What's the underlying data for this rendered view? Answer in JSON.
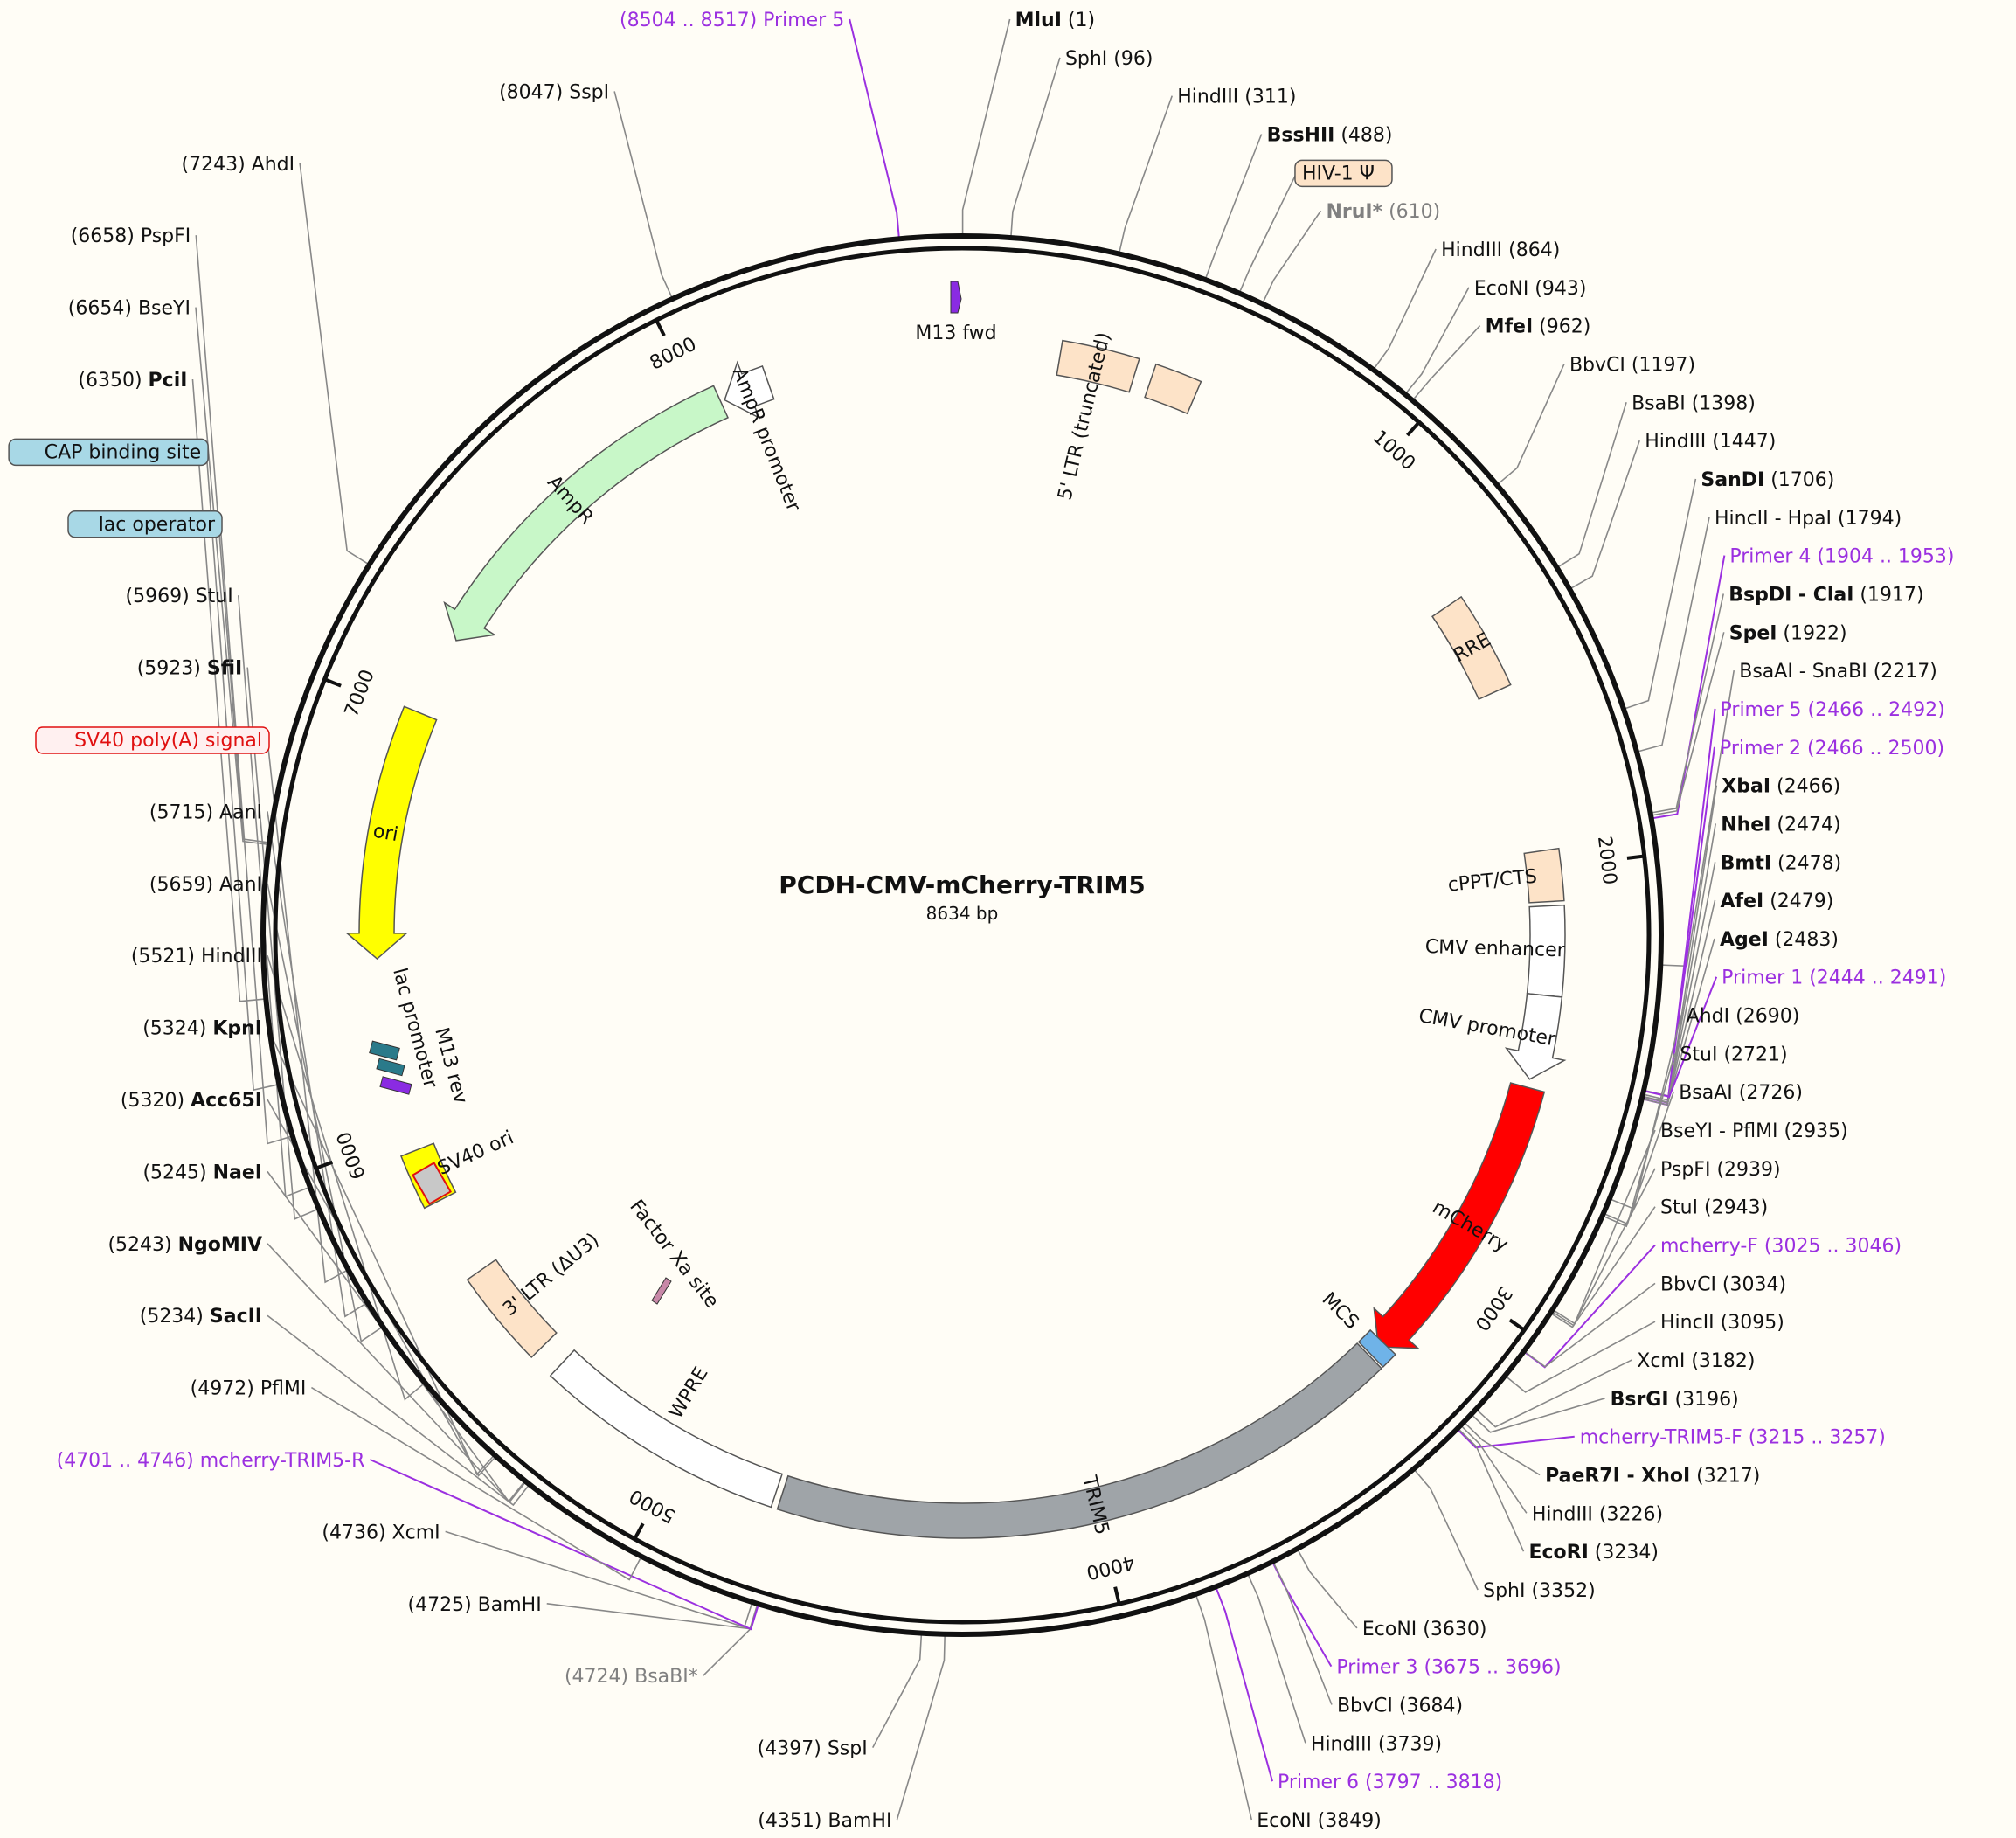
{
  "plasmid": {
    "name": "PCDH-CMV-mCherry-TRIM5",
    "size_label": "8634 bp",
    "length": 8634
  },
  "ticks": [
    {
      "pos": 1000,
      "label": "1000"
    },
    {
      "pos": 2000,
      "label": "2000"
    },
    {
      "pos": 3000,
      "label": "3000"
    },
    {
      "pos": 4000,
      "label": "4000"
    },
    {
      "pos": 5000,
      "label": "5000"
    },
    {
      "pos": 6000,
      "label": "6000"
    },
    {
      "pos": 7000,
      "label": "7000"
    },
    {
      "pos": 8000,
      "label": "8000"
    }
  ],
  "features": [
    {
      "name": "5' LTR (truncated)",
      "start": 230,
      "end": 410,
      "color": "#fde3c8",
      "type": "box"
    },
    {
      "name": "",
      "start": 450,
      "end": 560,
      "color": "#fde3c8",
      "type": "box"
    },
    {
      "name": "RRE",
      "start": 1340,
      "end": 1570,
      "color": "#fde3c8",
      "type": "box"
    },
    {
      "name": "cPPT/CTS",
      "start": 1960,
      "end": 2080,
      "color": "#fde3c8",
      "type": "box"
    },
    {
      "name": "CMV enhancer",
      "start": 2090,
      "end": 2300,
      "color": "#ffffff",
      "type": "box"
    },
    {
      "name": "CMV promoter",
      "start": 2300,
      "end": 2500,
      "color": "#ffffff",
      "type": "arrow"
    },
    {
      "name": "mCherry",
      "start": 2520,
      "end": 3230,
      "color": "#ff0000",
      "type": "arrow"
    },
    {
      "name": "MCS",
      "start": 3215,
      "end": 3255,
      "color": "#6fb3e8",
      "type": "box"
    },
    {
      "name": "TRIM5",
      "start": 3260,
      "end": 4745,
      "color": "#9fa4a8",
      "type": "box"
    },
    {
      "name": "WPRE",
      "start": 4760,
      "end": 5350,
      "color": "#ffffff",
      "type": "box"
    },
    {
      "name": "3' LTR (ΔU3)",
      "start": 5410,
      "end": 5640,
      "color": "#fde3c8",
      "type": "box"
    },
    {
      "name": "SV40 ori",
      "start": 5830,
      "end": 5960,
      "color": "#ffff00",
      "type": "box"
    },
    {
      "name": "ori",
      "start": 6420,
      "end": 7010,
      "color": "#ffff00",
      "type": "arrow-rev"
    },
    {
      "name": "AmpR",
      "start": 7200,
      "end": 8050,
      "color": "#c8f7c8",
      "type": "arrow-rev"
    },
    {
      "name": "AmpR promoter",
      "start": 8060,
      "end": 8170,
      "color": "#ffffff",
      "type": "arrow-rev"
    }
  ],
  "inner_labels": [
    {
      "text": "M13 fwd"
    },
    {
      "text": "lac promoter"
    },
    {
      "text": "M13 rev"
    },
    {
      "text": "Factor Xa site"
    }
  ],
  "sites": [
    {
      "text": "MluI",
      "pos": "(1)",
      "bold": true,
      "side": "R",
      "angle_pos": 1
    },
    {
      "text": "SphI",
      "pos": "(96)",
      "bold": false,
      "side": "R",
      "angle_pos": 96
    },
    {
      "text": "HindIII",
      "pos": "(311)",
      "bold": false,
      "side": "R",
      "angle_pos": 311
    },
    {
      "text": "BssHII",
      "pos": "(488)",
      "bold": true,
      "side": "R",
      "angle_pos": 488
    },
    {
      "text": "HIV-1 Ψ",
      "pos": "",
      "bold": false,
      "side": "R",
      "angle_pos": 560,
      "box": "#fde3c8"
    },
    {
      "text": "NruI*",
      "pos": "(610)",
      "bold": true,
      "gray": true,
      "side": "R",
      "angle_pos": 610
    },
    {
      "text": "HindIII",
      "pos": "(864)",
      "bold": false,
      "side": "R",
      "angle_pos": 864
    },
    {
      "text": "EcoNI",
      "pos": "(943)",
      "bold": false,
      "side": "R",
      "angle_pos": 943
    },
    {
      "text": "MfeI",
      "pos": "(962)",
      "bold": true,
      "side": "R",
      "angle_pos": 962
    },
    {
      "text": "BbvCI",
      "pos": "(1197)",
      "bold": false,
      "side": "R",
      "angle_pos": 1197
    },
    {
      "text": "BsaBI",
      "pos": "(1398)",
      "bold": false,
      "side": "R",
      "angle_pos": 1398
    },
    {
      "text": "HindIII",
      "pos": "(1447)",
      "bold": false,
      "side": "R",
      "angle_pos": 1447
    },
    {
      "text": "SanDI",
      "pos": "(1706)",
      "bold": true,
      "side": "R",
      "angle_pos": 1706
    },
    {
      "text": "HincII - HpaI",
      "pos": "(1794)",
      "bold": false,
      "side": "R",
      "angle_pos": 1794
    },
    {
      "text": "Primer 4",
      "pos": "(1904 .. 1953)",
      "purple": true,
      "side": "R",
      "angle_pos": 1928
    },
    {
      "text": "BspDI - ClaI",
      "pos": "(1917)",
      "bold": true,
      "side": "R",
      "angle_pos": 1917
    },
    {
      "text": "SpeI",
      "pos": "(1922)",
      "bold": true,
      "side": "R",
      "angle_pos": 1922
    },
    {
      "text": "BsaAI - SnaBI",
      "pos": "(2217)",
      "bold": false,
      "side": "R",
      "angle_pos": 2217
    },
    {
      "text": "Primer 5",
      "pos": "(2466 .. 2492)",
      "purple": true,
      "side": "R",
      "angle_pos": 2479
    },
    {
      "text": "Primer 2",
      "pos": "(2466 .. 2500)",
      "purple": true,
      "side": "R",
      "angle_pos": 2483
    },
    {
      "text": "XbaI",
      "pos": "(2466)",
      "bold": true,
      "side": "R",
      "angle_pos": 2466
    },
    {
      "text": "NheI",
      "pos": "(2474)",
      "bold": true,
      "side": "R",
      "angle_pos": 2474
    },
    {
      "text": "BmtI",
      "pos": "(2478)",
      "bold": true,
      "side": "R",
      "angle_pos": 2478
    },
    {
      "text": "AfeI",
      "pos": "(2479)",
      "bold": true,
      "side": "R",
      "angle_pos": 2479
    },
    {
      "text": "AgeI",
      "pos": "(2483)",
      "bold": true,
      "side": "R",
      "angle_pos": 2483
    },
    {
      "text": "Primer 1",
      "pos": "(2444 .. 2491)",
      "purple": true,
      "side": "R",
      "angle_pos": 2467
    },
    {
      "text": "AhdI",
      "pos": "(2690)",
      "bold": false,
      "side": "R",
      "angle_pos": 2690
    },
    {
      "text": "StuI",
      "pos": "(2721)",
      "bold": false,
      "side": "R",
      "angle_pos": 2721
    },
    {
      "text": "BsaAI",
      "pos": "(2726)",
      "bold": false,
      "side": "R",
      "angle_pos": 2726
    },
    {
      "text": "BseYI - PflMI",
      "pos": "(2935)",
      "bold": false,
      "side": "R",
      "angle_pos": 2935
    },
    {
      "text": "PspFI",
      "pos": "(2939)",
      "bold": false,
      "side": "R",
      "angle_pos": 2939
    },
    {
      "text": "StuI",
      "pos": "(2943)",
      "bold": false,
      "side": "R",
      "angle_pos": 2943
    },
    {
      "text": "mcherry-F",
      "pos": "(3025 .. 3046)",
      "purple": true,
      "side": "R",
      "angle_pos": 3035
    },
    {
      "text": "BbvCI",
      "pos": "(3034)",
      "bold": false,
      "side": "R",
      "angle_pos": 3034
    },
    {
      "text": "HincII",
      "pos": "(3095)",
      "bold": false,
      "side": "R",
      "angle_pos": 3095
    },
    {
      "text": "XcmI",
      "pos": "(3182)",
      "bold": false,
      "side": "R",
      "angle_pos": 3182
    },
    {
      "text": "BsrGI",
      "pos": "(3196)",
      "bold": true,
      "side": "R",
      "angle_pos": 3196
    },
    {
      "text": "mcherry-TRIM5-F",
      "pos": "(3215 .. 3257)",
      "purple": true,
      "side": "R",
      "angle_pos": 3236
    },
    {
      "text": "PaeR7I - XhoI",
      "pos": "(3217)",
      "bold": true,
      "side": "R",
      "angle_pos": 3217
    },
    {
      "text": "HindIII",
      "pos": "(3226)",
      "bold": false,
      "side": "R",
      "angle_pos": 3226
    },
    {
      "text": "EcoRI",
      "pos": "(3234)",
      "bold": true,
      "side": "R",
      "angle_pos": 3234
    },
    {
      "text": "SphI",
      "pos": "(3352)",
      "bold": false,
      "side": "R",
      "angle_pos": 3352
    },
    {
      "text": "EcoNI",
      "pos": "(3630)",
      "bold": false,
      "side": "R",
      "angle_pos": 3630
    },
    {
      "text": "Primer 3",
      "pos": "(3675 .. 3696)",
      "purple": true,
      "side": "R",
      "angle_pos": 3685
    },
    {
      "text": "BbvCI",
      "pos": "(3684)",
      "bold": false,
      "side": "R",
      "angle_pos": 3684
    },
    {
      "text": "HindIII",
      "pos": "(3739)",
      "bold": false,
      "side": "R",
      "angle_pos": 3739
    },
    {
      "text": "Primer 6",
      "pos": "(3797 .. 3818)",
      "purple": true,
      "side": "R",
      "angle_pos": 3807
    },
    {
      "text": "EcoNI",
      "pos": "(3849)",
      "bold": false,
      "side": "R",
      "angle_pos": 3849
    },
    {
      "text": "BamHI",
      "pos": "(4351)",
      "bold": false,
      "side": "L",
      "angle_pos": 4351
    },
    {
      "text": "SspI",
      "pos": "(4397)",
      "bold": false,
      "side": "L",
      "angle_pos": 4397
    },
    {
      "text": "BsaBI*",
      "pos": "(4724)",
      "gray": true,
      "side": "L",
      "angle_pos": 4724
    },
    {
      "text": "BamHI",
      "pos": "(4725)",
      "bold": false,
      "side": "L",
      "angle_pos": 4725
    },
    {
      "text": "XcmI",
      "pos": "(4736)",
      "bold": false,
      "side": "L",
      "angle_pos": 4736
    },
    {
      "text": "mcherry-TRIM5-R",
      "pos": "(4701 .. 4746)",
      "purple": true,
      "side": "L",
      "angle_pos": 4723
    },
    {
      "text": "PflMI",
      "pos": "(4972)",
      "bold": false,
      "side": "L",
      "angle_pos": 4972
    },
    {
      "text": "SacII",
      "pos": "(5234)",
      "bold": true,
      "side": "L",
      "angle_pos": 5234
    },
    {
      "text": "NgoMIV",
      "pos": "(5243)",
      "bold": true,
      "side": "L",
      "angle_pos": 5243
    },
    {
      "text": "NaeI",
      "pos": "(5245)",
      "bold": true,
      "side": "L",
      "angle_pos": 5245
    },
    {
      "text": "Acc65I",
      "pos": "(5320)",
      "bold": true,
      "side": "L",
      "angle_pos": 5320
    },
    {
      "text": "KpnI",
      "pos": "(5324)",
      "bold": true,
      "side": "L",
      "angle_pos": 5324
    },
    {
      "text": "HindIII",
      "pos": "(5521)",
      "bold": false,
      "side": "L",
      "angle_pos": 5521
    },
    {
      "text": "AanI",
      "pos": "(5659)",
      "bold": false,
      "side": "L",
      "angle_pos": 5659
    },
    {
      "text": "AanI",
      "pos": "(5715)",
      "bold": false,
      "side": "L",
      "angle_pos": 5715
    },
    {
      "text": "SV40 poly(A) signal",
      "pos": "",
      "red": true,
      "side": "L",
      "angle_pos": 5790,
      "box": "#fff0f0"
    },
    {
      "text": "SfiI",
      "pos": "(5923)",
      "bold": true,
      "side": "L",
      "angle_pos": 5923
    },
    {
      "text": "StuI",
      "pos": "(5969)",
      "bold": false,
      "side": "L",
      "angle_pos": 5969
    },
    {
      "text": "lac operator",
      "pos": "",
      "side": "L",
      "angle_pos": 6075,
      "box": "#a8d8e6"
    },
    {
      "text": "CAP binding site",
      "pos": "",
      "side": "L",
      "angle_pos": 6180,
      "box": "#a8d8e6"
    },
    {
      "text": "PciI",
      "pos": "(6350)",
      "bold": true,
      "side": "L",
      "angle_pos": 6350
    },
    {
      "text": "BseYI",
      "pos": "(6654)",
      "bold": false,
      "side": "L",
      "angle_pos": 6654
    },
    {
      "text": "PspFI",
      "pos": "(6658)",
      "bold": false,
      "side": "L",
      "angle_pos": 6658
    },
    {
      "text": "AhdI",
      "pos": "(7243)",
      "bold": false,
      "side": "L",
      "angle_pos": 7243
    },
    {
      "text": "SspI",
      "pos": "(8047)",
      "bold": false,
      "side": "L",
      "angle_pos": 8047
    },
    {
      "text": "Primer 5",
      "pos": "(8504 .. 8517)",
      "purple": true,
      "side": "L",
      "angle_pos": 8510
    }
  ]
}
